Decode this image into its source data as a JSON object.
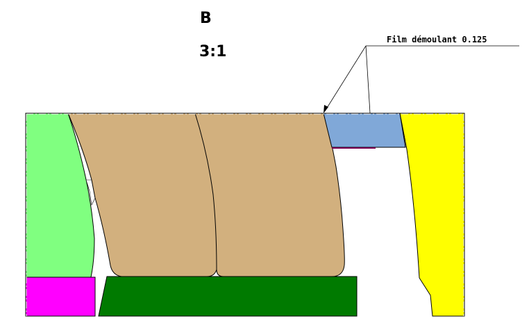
{
  "view": {
    "label": "B",
    "scale": "3:1"
  },
  "callout": {
    "text": "Film démoulant 0.125"
  },
  "colors": {
    "left_part": "#80ff80",
    "center_part": "#d2b07e",
    "right_block": "#80a8d8",
    "right_part": "#ffff00",
    "bottom_left_part": "#ff00ff",
    "bottom_plate": "#007a00",
    "release_film": "#7a0050"
  }
}
